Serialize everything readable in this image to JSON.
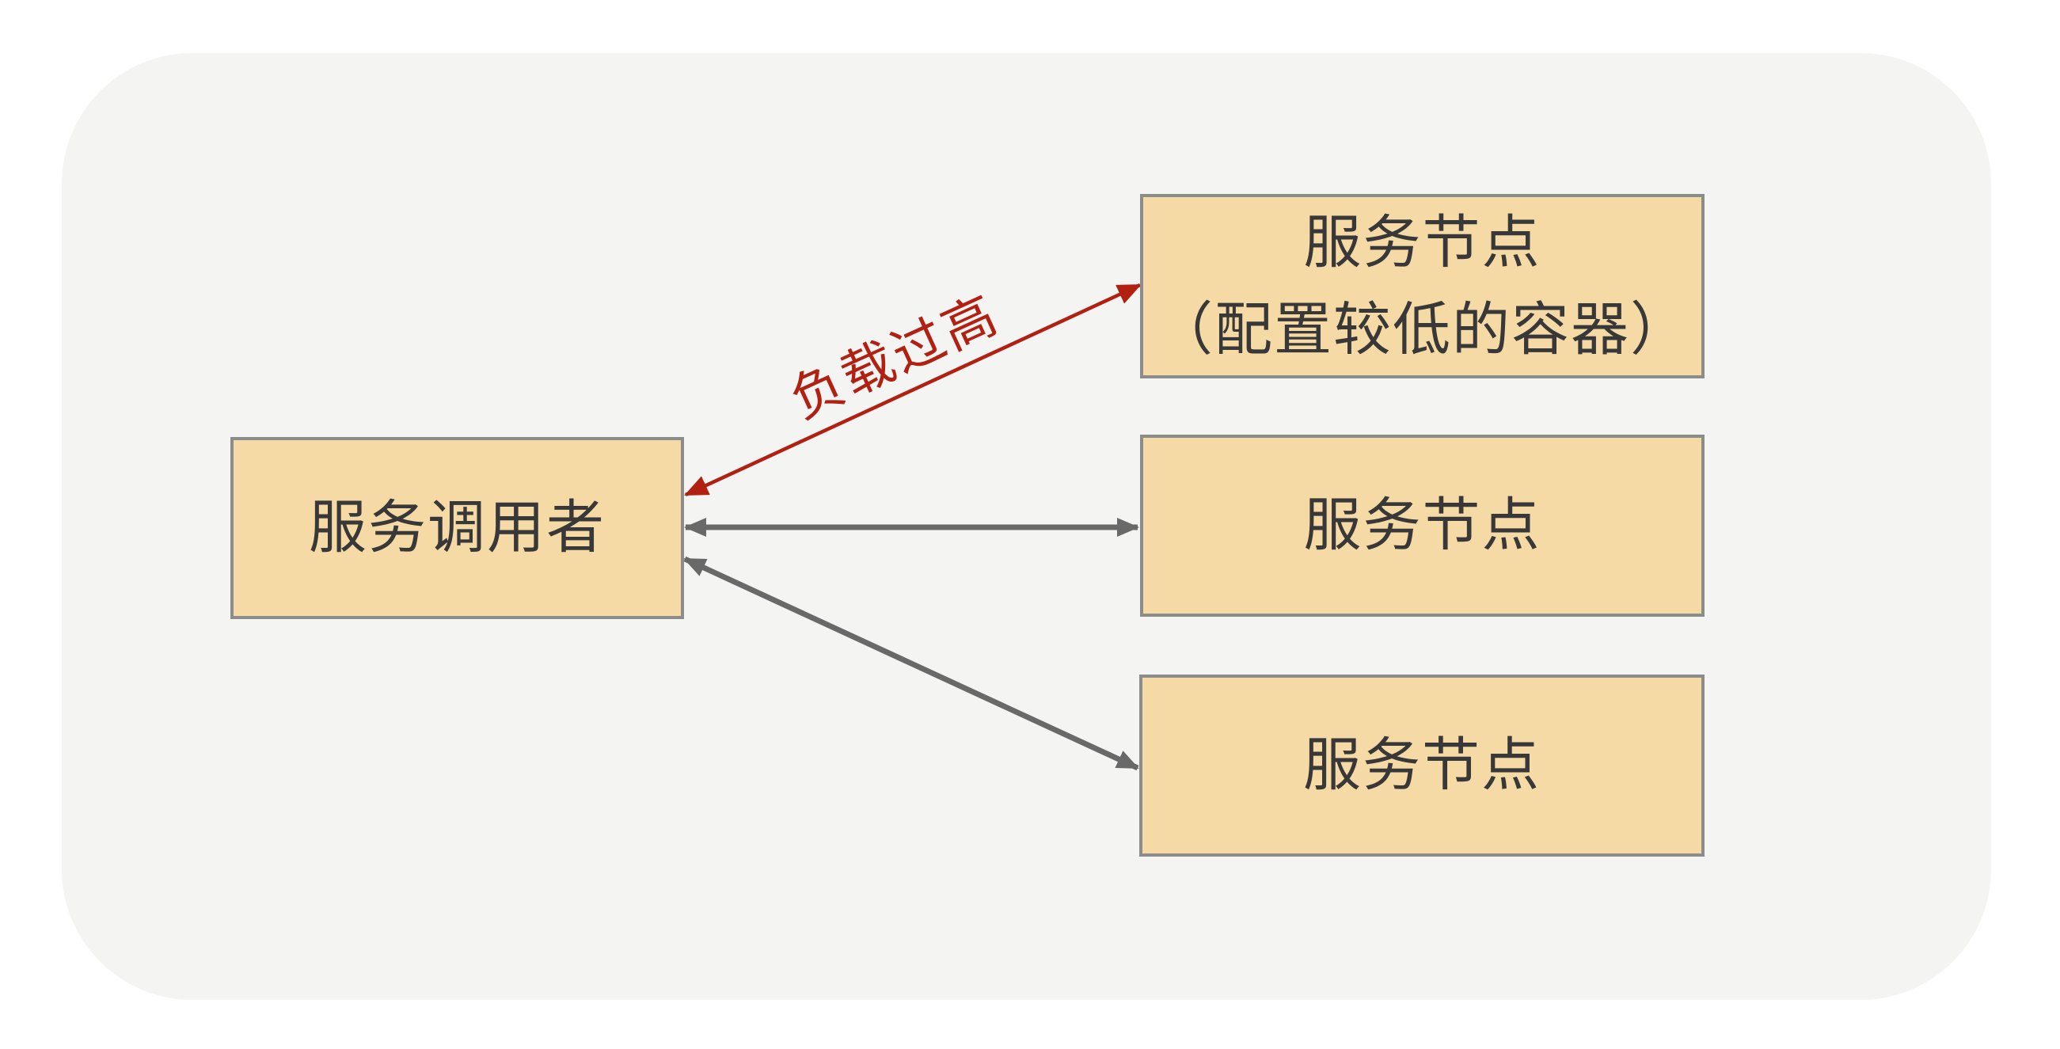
{
  "colors": {
    "background": "#ffffff",
    "panel": "#f4f4f2",
    "box_fill": "#f5daa6",
    "box_border": "#8c8c8c",
    "box_text": "#383838",
    "arrow_gray": "#696969",
    "arrow_red": "#b22012"
  },
  "nodes": {
    "caller": {
      "label": "服务调用者"
    },
    "top": {
      "line1": "服务节点",
      "line2": "（配置较低的容器）"
    },
    "middle": {
      "label": "服务节点"
    },
    "bottom": {
      "label": "服务节点"
    }
  },
  "edges": {
    "overload": {
      "label": "负载过高"
    }
  }
}
